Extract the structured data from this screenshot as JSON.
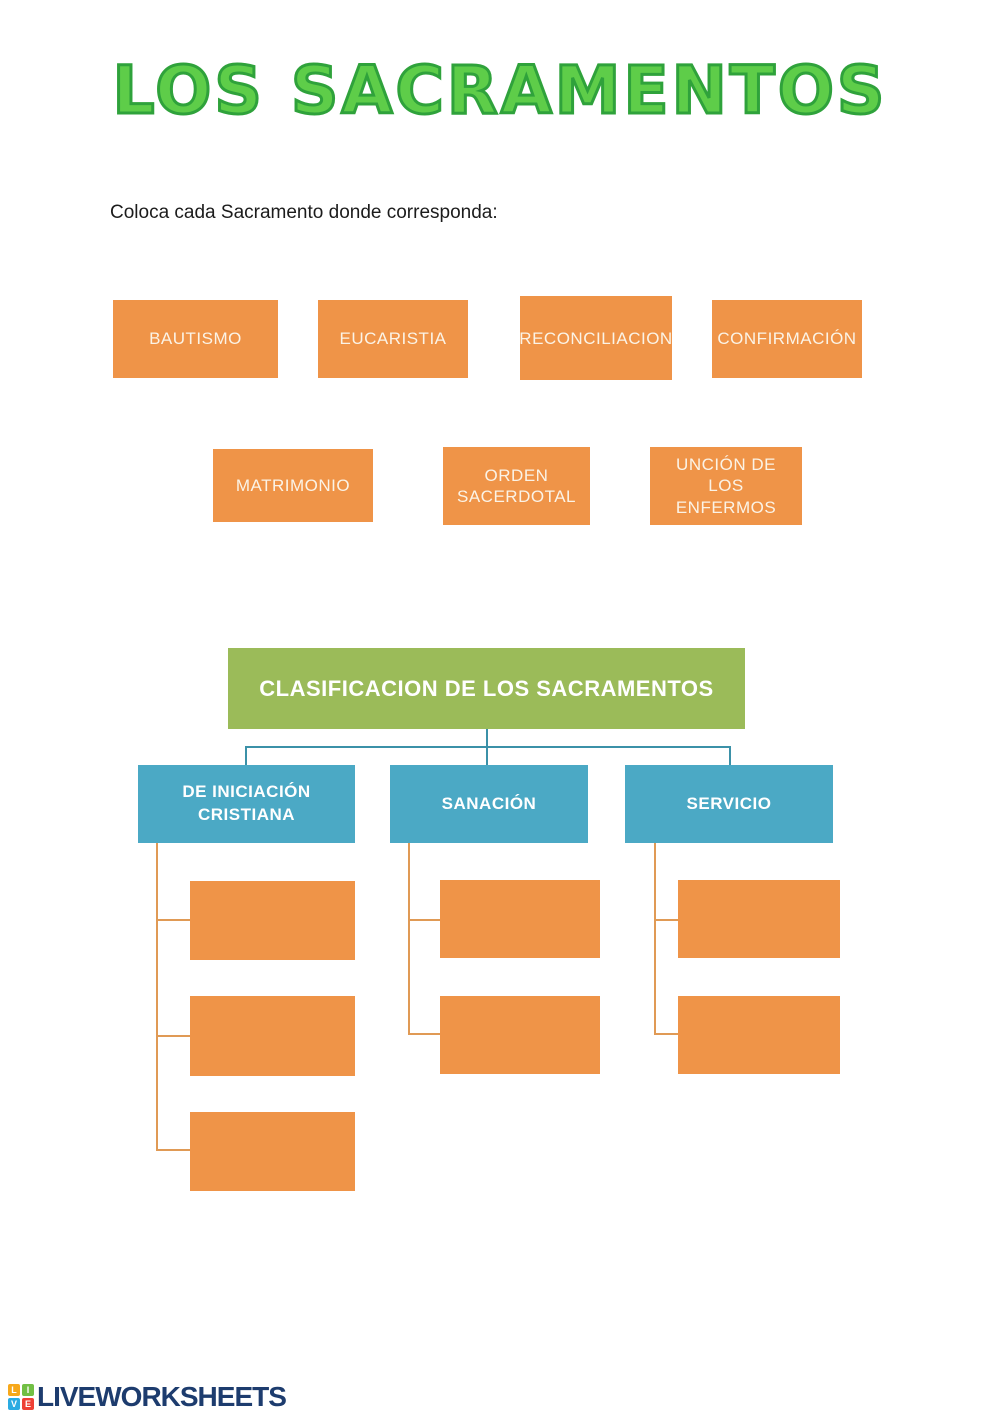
{
  "title": "LOS SACRAMENTOS",
  "instruction": "Coloca cada Sacramento donde corresponda:",
  "draggables": [
    {
      "label": "BAUTISMO"
    },
    {
      "label": "EUCARISTIA"
    },
    {
      "label": "RECONCILIACION"
    },
    {
      "label": "CONFIRMACIÓN"
    },
    {
      "label": "MATRIMONIO"
    },
    {
      "label": "ORDEN SACERDOTAL"
    },
    {
      "label": "UNCIÓN DE LOS ENFERMOS"
    }
  ],
  "classification": {
    "header": "CLASIFICACION DE LOS SACRAMENTOS",
    "categories": [
      {
        "label": "DE INICIACIÓN CRISTIANA",
        "empty_slots": 3
      },
      {
        "label": "SANACIÓN",
        "empty_slots": 2
      },
      {
        "label": "SERVICIO",
        "empty_slots": 2
      }
    ]
  },
  "colors": {
    "draggable_orange": "#EF9448",
    "category_blue": "#4BA9C5",
    "header_green": "#9BBB59",
    "title_green": "#5ECD49",
    "title_outline_green": "#2FA23B",
    "connector_teal": "#3B91A8",
    "connector_orange": "#E09A55",
    "logo_navy": "#1D3C6E"
  },
  "footer": {
    "logo_text": "LIVEWORKSHEETS",
    "logo_squares": [
      {
        "letter": "L",
        "color": "#F7A81B"
      },
      {
        "letter": "I",
        "color": "#71BF44"
      },
      {
        "letter": "V",
        "color": "#2BABE2"
      },
      {
        "letter": "E",
        "color": "#EE4035"
      }
    ]
  }
}
